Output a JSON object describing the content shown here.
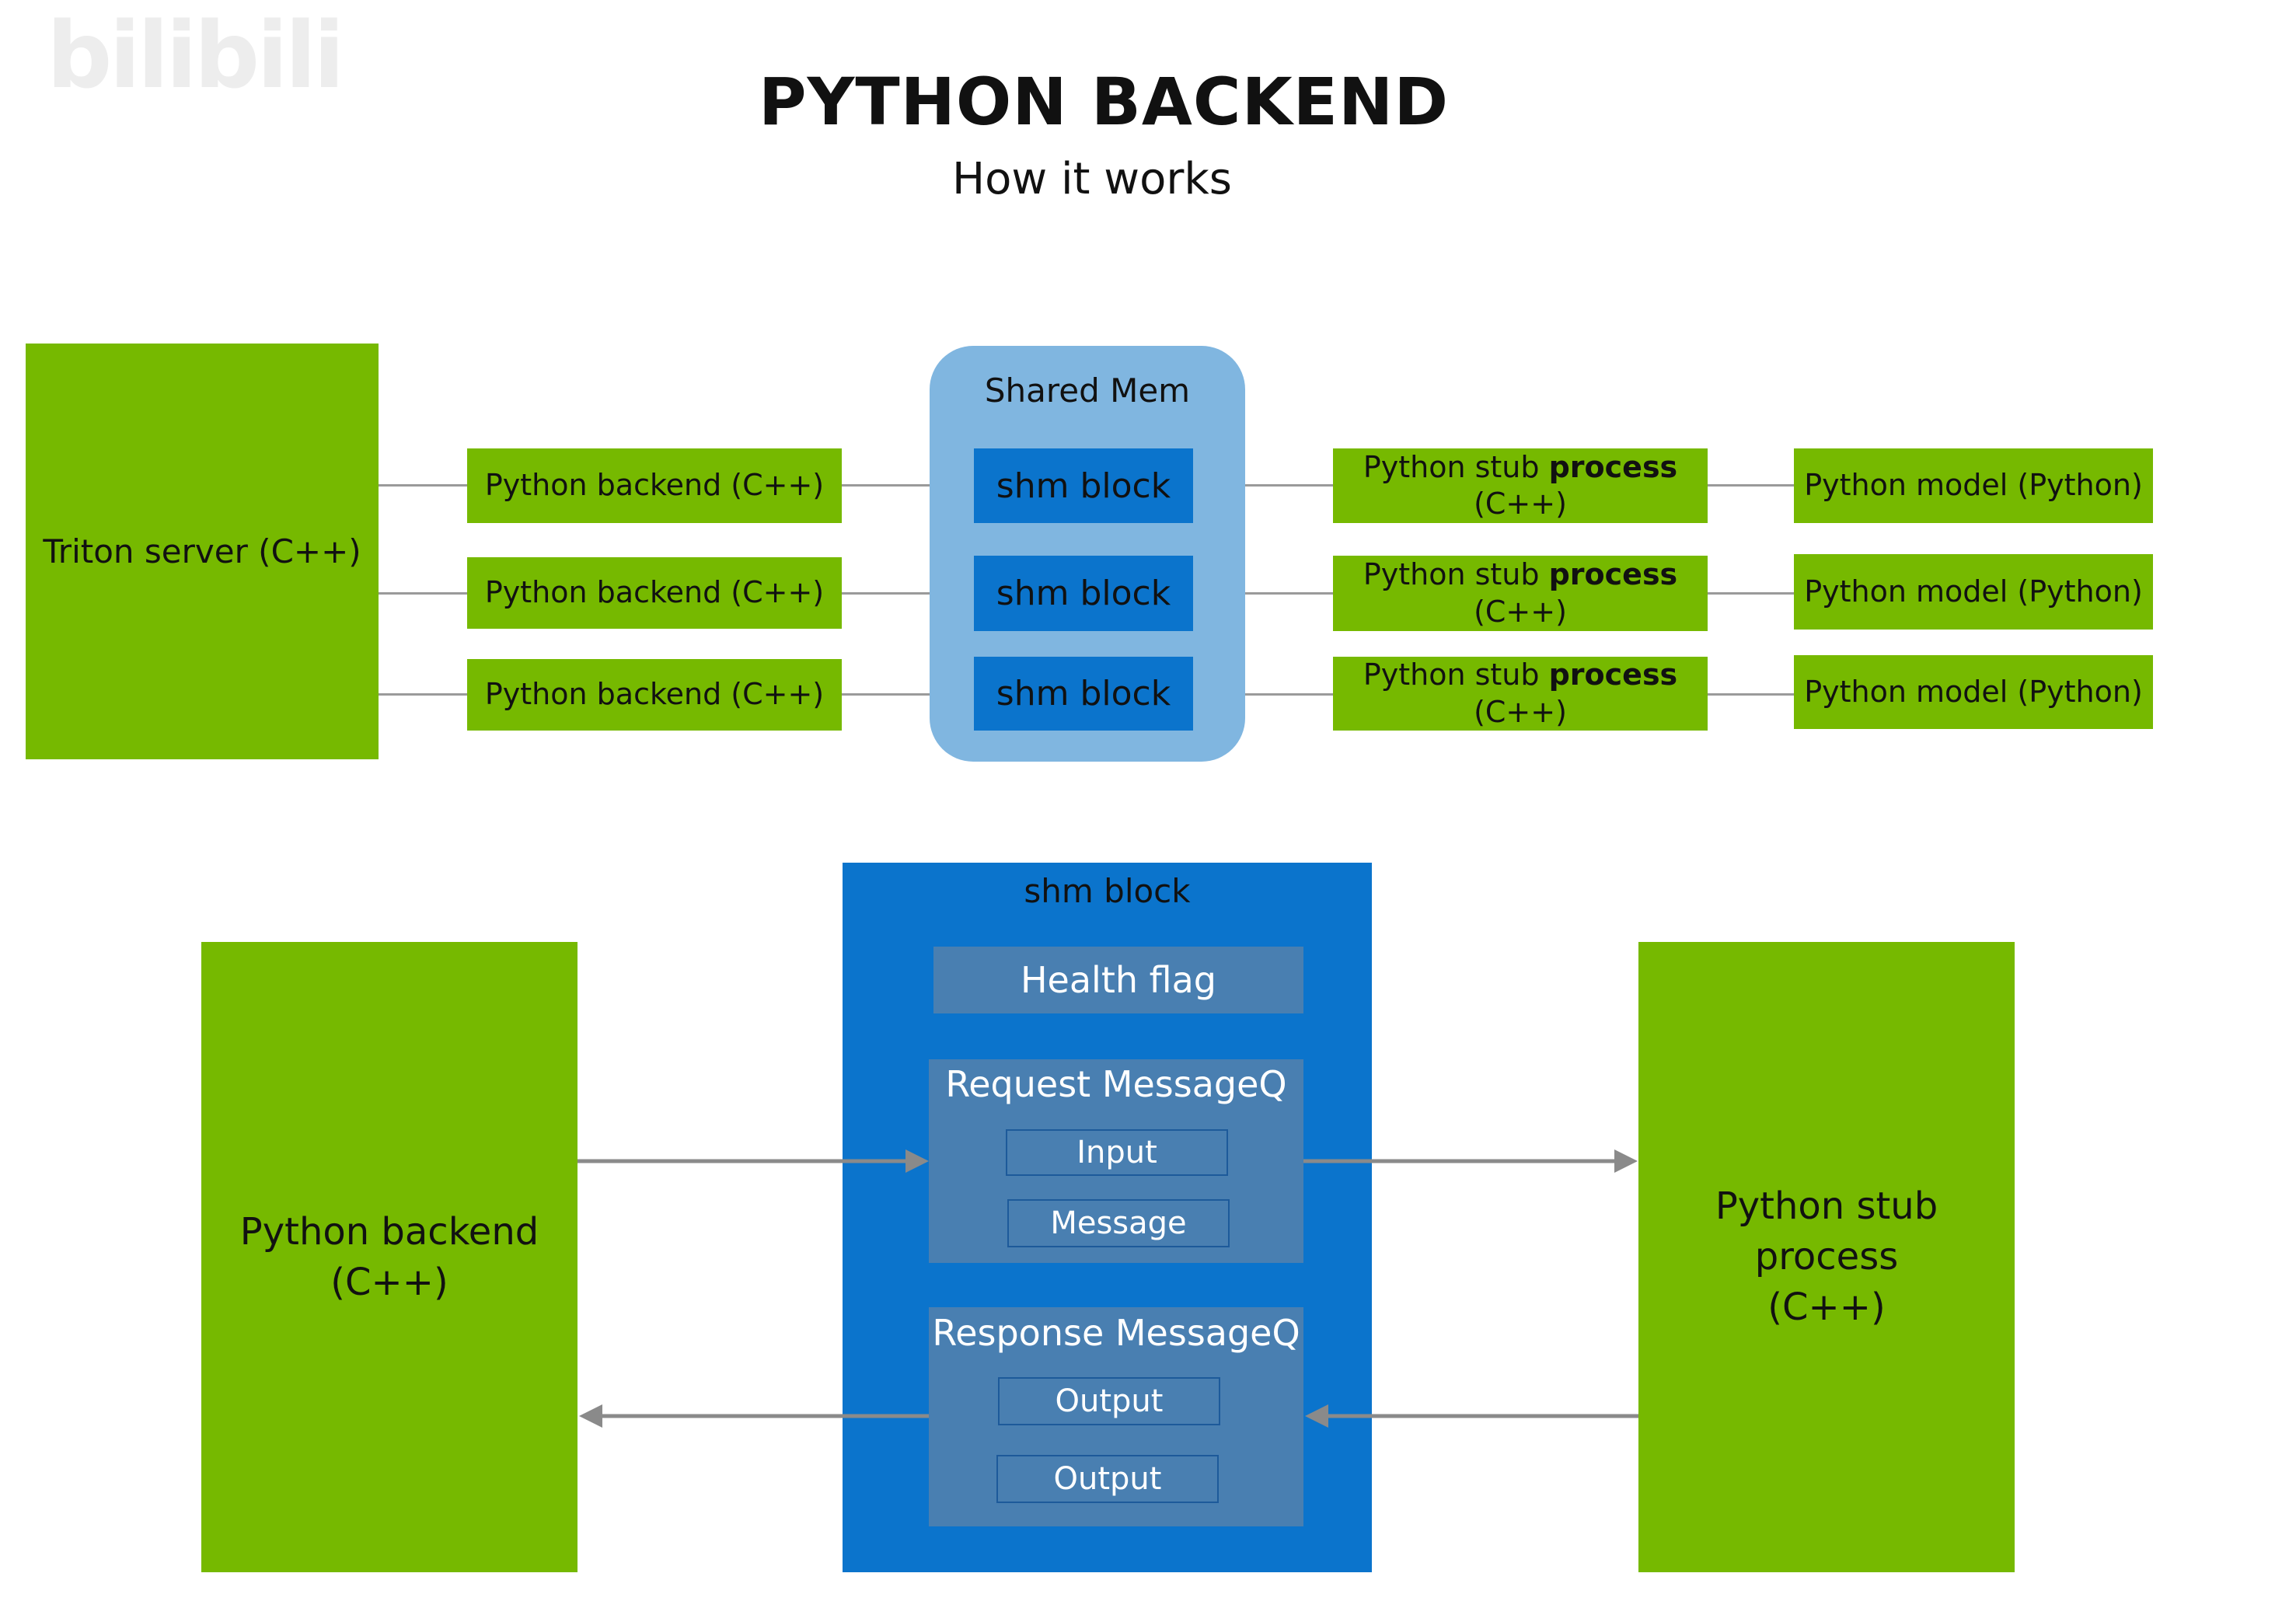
{
  "watermark": "bilibili",
  "title": "PYTHON BACKEND",
  "subtitle": "How it works",
  "top_diagram": {
    "triton_server": "Triton server (C++)",
    "shared_mem_label": "Shared Mem",
    "rows": [
      {
        "backend": "Python backend (C++)",
        "shm": "shm block",
        "stub_prefix": "Python stub ",
        "stub_bold": "process",
        "stub_suffix": "(C++)",
        "model": "Python model (Python)"
      },
      {
        "backend": "Python backend (C++)",
        "shm": "shm block",
        "stub_prefix": "Python stub ",
        "stub_bold": "process",
        "stub_suffix": "(C++)",
        "model": "Python model (Python)"
      },
      {
        "backend": "Python backend (C++)",
        "shm": "shm block",
        "stub_prefix": "Python stub ",
        "stub_bold": "process",
        "stub_suffix": "(C++)",
        "model": "Python model (Python)"
      }
    ]
  },
  "bottom_diagram": {
    "python_backend_line1": "Python backend",
    "python_backend_line2": "(C++)",
    "shm_block_label": "shm block",
    "health_flag": "Health flag",
    "request_queue": {
      "title": "Request MessageQ",
      "items": [
        "Input",
        "Message"
      ]
    },
    "response_queue": {
      "title": "Response MessageQ",
      "items": [
        "Output",
        "Output"
      ]
    },
    "stub_line1": "Python stub process",
    "stub_line2": "(C++)"
  },
  "colors": {
    "nvidia_green": "#76b900",
    "shm_blue": "#0b74cc",
    "shared_mem_light_blue": "#80b6e0",
    "queue_panel": "#497fb1",
    "connector_gray": "#9a9a9a"
  }
}
